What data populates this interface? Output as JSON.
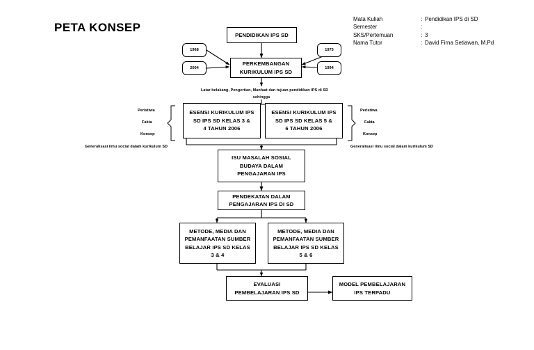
{
  "page": {
    "title": "PETA KONSEP"
  },
  "meta": {
    "rows": [
      {
        "key": "Mata Kuliah",
        "sep": ":",
        "value": "Pendidikan IPS di SD"
      },
      {
        "key": "Semester",
        "sep": ":",
        "value": ""
      },
      {
        "key": "SKS/Pertemuan",
        "sep": ":",
        "value": "3"
      },
      {
        "key": "Nama Tutor",
        "sep": ":",
        "value": "David Firna Setiawan, M.Pd"
      }
    ]
  },
  "diagram": {
    "type": "flowchart",
    "nodes": {
      "pendidikan_ips_sd": "PENDIDIKAN IPS SD",
      "perkembangan_kurikulum": "PERKEMBANGAN\nKURIKULUM IPS SD",
      "year_top_left": "1968",
      "year_bottom_left": "2004",
      "year_top_right": "1975",
      "year_bottom_right": "1994",
      "esensi_kelas_34": "ESENSI KURIKULUM IPS\nSD IPS SD KELAS 3 &\n4 TAHUN 2006",
      "esensi_kelas_56": "ESENSI KURIKULUM IPS\nSD IPS SD KELAS 5 &\n6 TAHUN 2006",
      "isu_masalah": "ISU MASALAH SOSIAL\nBUDAYA DALAM\nPENGAJARAN IPS",
      "pendekatan": "PENDEKATAN DALAM\nPENGAJARAN IPS DI SD",
      "metode_kelas_34": "METODE, MEDIA DAN\nPEMANFAATAN SUMBER\nBELAJAR IPS SD KELAS\n3 & 4",
      "metode_kelas_56": "METODE, MEDIA DAN\nPEMANFAATAN SUMBER\nBELAJAR IPS SD KELAS\n5 & 6",
      "evaluasi": "EVALUASI\nPEMBELAJARAN IPS SD",
      "model_terpadu": "MODEL PEMBELAJARAN\nIPS TERPADU"
    },
    "annotations": {
      "latar_belakang": "Latar belakang, Pengertian, Manfaat dan tujuan pendidikan IPS di SD",
      "sehingga": "sehingga",
      "generalisasi_left": "Generalisasi ilmu social dalam kurikulum SD",
      "generalisasi_right": "Generalisasi ilmu social dalam kurikulum SD"
    },
    "side_labels_left": [
      "Peristiwa",
      "Fakta",
      "Konsep"
    ],
    "side_labels_right": [
      "Peristiwa",
      "Fakta",
      "Konsep"
    ]
  }
}
